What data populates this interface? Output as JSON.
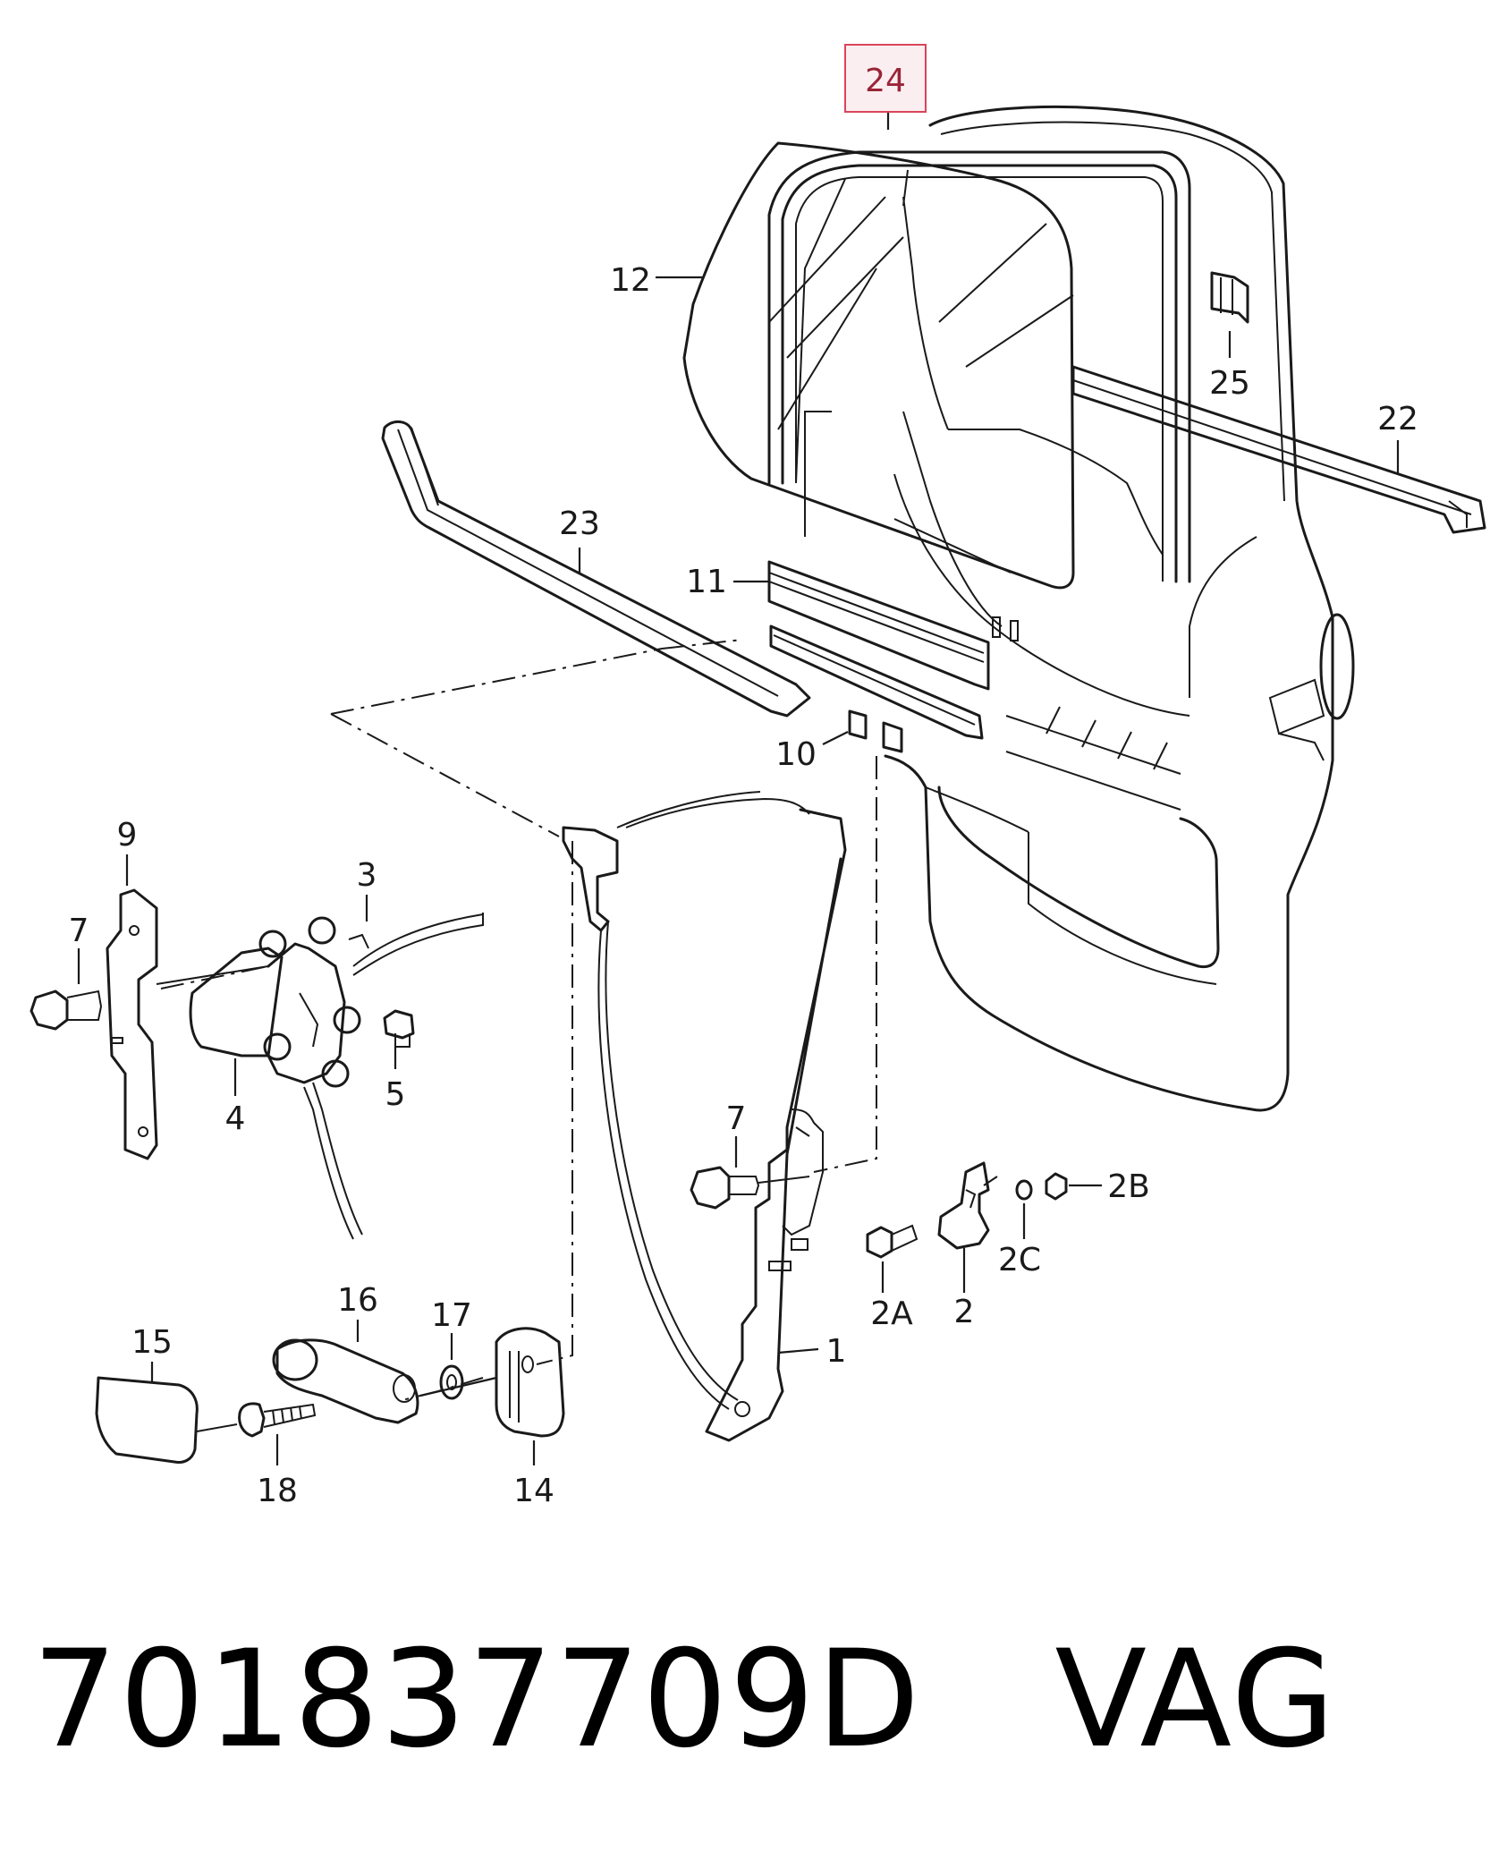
{
  "caption": {
    "part_number": "701837709D",
    "brand": "VAG"
  },
  "highlight_color": "#d9455a",
  "labels": {
    "l24": "24",
    "l12": "12",
    "l25": "25",
    "l22": "22",
    "l23": "23",
    "l11": "11",
    "l10": "10",
    "l9": "9",
    "l3": "3",
    "l7a": "7",
    "l4": "4",
    "l5": "5",
    "l7b": "7",
    "l2B": "2B",
    "l2A": "2A",
    "l2": "2",
    "l2C": "2C",
    "l16": "16",
    "l17": "17",
    "l15": "15",
    "l1": "1",
    "l18": "18",
    "l14": "14"
  }
}
